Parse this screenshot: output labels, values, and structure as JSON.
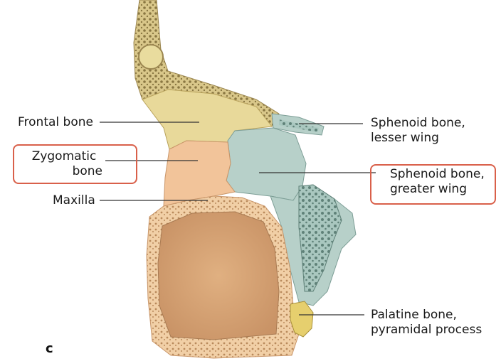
{
  "labels": {
    "frontal": "Frontal bone",
    "zygomatic_line1": "Zygomatic",
    "zygomatic_line2": "bone",
    "maxilla": "Maxilla",
    "sphenoid_lesser_line1": "Sphenoid bone,",
    "sphenoid_lesser_line2": "lesser wing",
    "sphenoid_greater_line1": "Sphenoid bone,",
    "sphenoid_greater_line2": "greater wing",
    "palatine_line1": "Palatine bone,",
    "palatine_line2": "pyramidal process"
  },
  "panel_letter": "c",
  "colors": {
    "frontal": "#e8d99a",
    "frontal_dark": "#cdb86a",
    "zygomatic": "#f2c49a",
    "maxilla": "#f0c89c",
    "maxilla_inner": "#d8a676",
    "sphenoid": "#b7d0c9",
    "sphenoid_dark": "#8fb0a8",
    "palatine": "#e6cf6e",
    "highlight": "#d9604a",
    "leader": "#333333"
  }
}
